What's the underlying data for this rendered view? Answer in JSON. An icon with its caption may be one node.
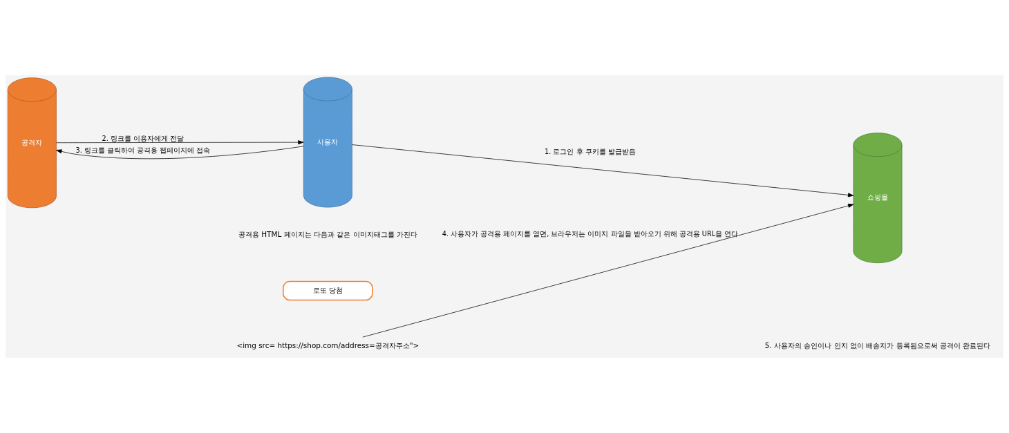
{
  "diagram": {
    "nodes": [
      {
        "text": [
          "공격자"
        ]
      },
      {
        "text": [
          "사용자"
        ]
      },
      {
        "text": [
          "쇼핑몰"
        ]
      },
      {
        "text": [
          "로또 당첨"
        ]
      },
      {
        "text": [
          "<img src= https://shop.com/address=공격자주소\">"
        ]
      }
    ],
    "edges": [
      {
        "from": 1,
        "to": 2,
        "arrow": "to",
        "label": "1. 로그인 후 쿠키를 발급받음"
      },
      {
        "from": 0,
        "to": 1,
        "arrow": "to",
        "label": "2. 링크를 이용자에게 전달"
      },
      {
        "from": 1,
        "to": 0,
        "arrow": "to",
        "label": "3. 링크를 클릭하여 공격용 웹페이지에 접속"
      },
      {
        "from": 4,
        "to": 2,
        "arrow": "to",
        "label": "4. 사용자가 공격용 페이지를 열면, 브라우저는 이미지 파일을 받아오기 위해 공격용 URL을 연다"
      }
    ],
    "labels": [
      "공격용 HTML 페이지는 다음과 같은 이미지태그를 가진다",
      "5. 사용자의 승인이나 인지 없이 배송지가 등록됨으로써 공격이 완료된다"
    ]
  }
}
